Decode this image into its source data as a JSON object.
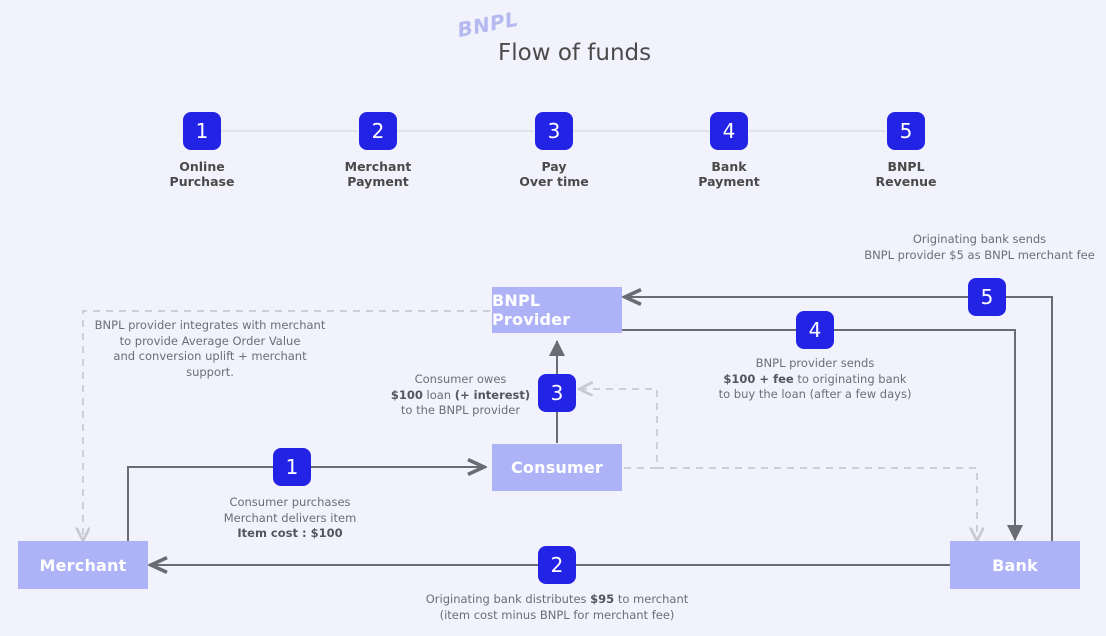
{
  "title": {
    "kicker": "BNPL",
    "main": "Flow of funds"
  },
  "colors": {
    "background": "#f2f2fc",
    "badge": "#2323e6",
    "badge_text": "#ffffff",
    "node_fill": "#aeb2f7",
    "node_text": "#ffffff",
    "wire_solid": "#6b6b73",
    "wire_dashed": "#c9c9d4",
    "text": "#4a4a4a",
    "note_text": "#6d6d78",
    "kicker": "#b4b9ef"
  },
  "steps": [
    {
      "number": "1",
      "label": "Online\nPurchase"
    },
    {
      "number": "2",
      "label": "Merchant\nPayment"
    },
    {
      "number": "3",
      "label": "Pay\nOver time"
    },
    {
      "number": "4",
      "label": "Bank\nPayment"
    },
    {
      "number": "5",
      "label": "BNPL\nRevenue"
    }
  ],
  "nodes": {
    "bnpl_provider": "BNPL Provider",
    "consumer": "Consumer",
    "merchant": "Merchant",
    "bank": "Bank"
  },
  "wire_badges": {
    "one": "1",
    "two": "2",
    "three": "3",
    "four": "4",
    "five": "5"
  },
  "notes": {
    "bank_fee": {
      "line1": "Originating bank sends",
      "line2": "BNPL provider $5 as BNPL merchant fee"
    },
    "integration": {
      "line1": "BNPL provider integrates with merchant",
      "line2": "to provide Average Order Value",
      "line3": "and conversion uplift + merchant support."
    },
    "consumer_owes": {
      "line1": "Consumer owes",
      "line2_bold_a": "$100",
      "line2_mid": " loan ",
      "line2_bold_b": "(+ interest)",
      "line3": "to the BNPL provider"
    },
    "provider_sends": {
      "line1": "BNPL provider sends",
      "line2_bold": "$100 + fee",
      "line2_rest": " to originating bank",
      "line3": "to buy the loan (after a few days)"
    },
    "purchase": {
      "line1": "Consumer purchases",
      "line2": "Merchant delivers item",
      "line3_bold": "Item cost : $100"
    },
    "distribution": {
      "line1_a": "Originating bank distributes ",
      "line1_bold": "$95",
      "line1_b": " to merchant",
      "line2": "(item cost minus BNPL for merchant fee)"
    }
  }
}
